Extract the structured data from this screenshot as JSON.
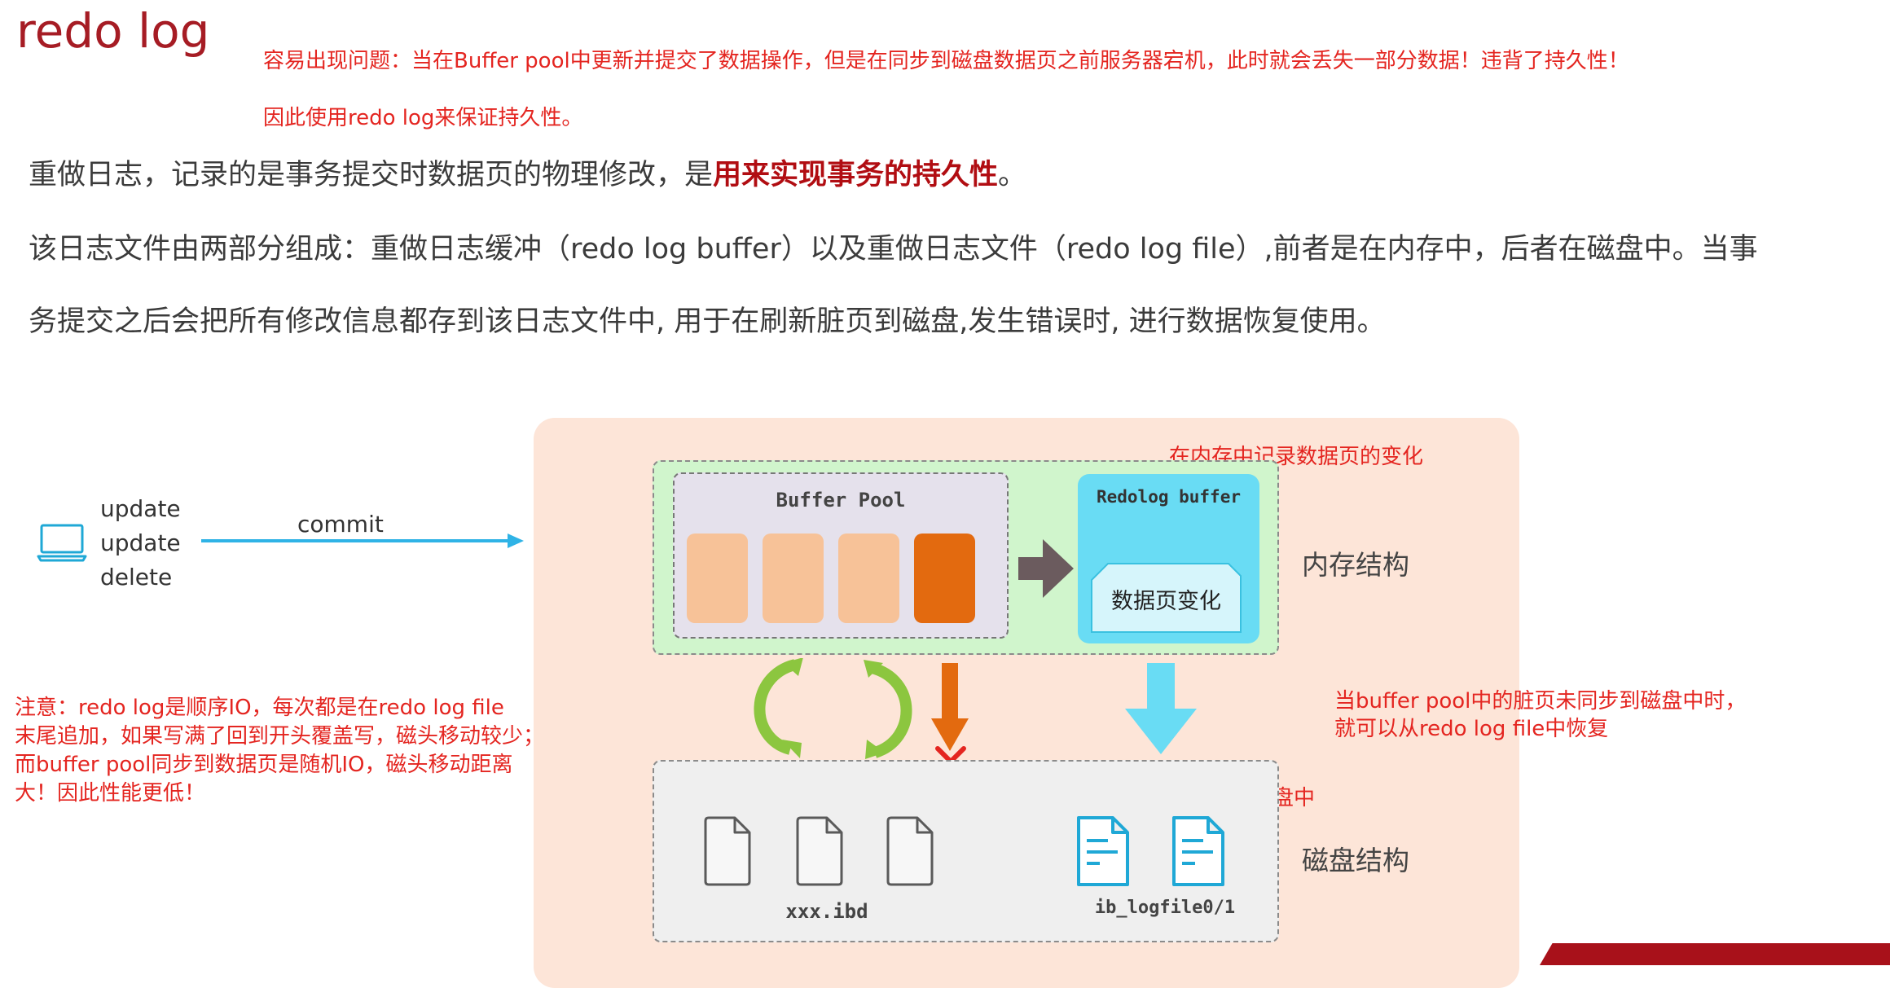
{
  "title": "redo log",
  "problem_note": {
    "line1": "容易出现问题：当在Buffer pool中更新并提交了数据操作，但是在同步到磁盘数据页之前服务器宕机，此时就会丢失一部分数据！违背了持久性！",
    "line2": "因此使用redo log来保证持久性。"
  },
  "intro": {
    "p1_text": "重做日志，记录的是事务提交时数据页的物理修改，是",
    "p1_emphasis": "用来实现事务的持久性",
    "p1_end": "。",
    "p2_line1": "该日志文件由两部分组成：重做日志缓冲（redo log buffer）以及重做日志文件（redo log file）,前者是在内存中，后者在磁盘中。当事",
    "p2_line2": "务提交之后会把所有修改信息都存到该日志文件中, 用于在刷新脏页到磁盘,发生错误时, 进行数据恢复使用。"
  },
  "client": {
    "operations": [
      "update",
      "update",
      "delete"
    ],
    "arrow_label": "commit"
  },
  "diagram": {
    "memory_note": "在内存中记录数据页的变化",
    "buffer_pool_label": "Buffer Pool",
    "redolog_buffer_label": "Redolog buffer",
    "page_change_label": "数据页变化",
    "memory_structure_label": "内存结构",
    "disk_structure_label": "磁盘结构",
    "recover_note_line1": "当buffer pool中的脏页未同步到磁盘中时，",
    "recover_note_line2": "就可以从redo log file中恢复",
    "sync_note": "并同步到磁盘中",
    "ibd_label": "xxx.ibd",
    "logfile_label": "ib_logfile0/1"
  },
  "io_note": {
    "line1": "注意：redo log是顺序IO，每次都是在redo log file",
    "line2": "末尾追加，如果写满了回到开头覆盖写，磁头移动较少；",
    "line3": "而buffer pool同步到数据页是随机IO，磁头移动距离",
    "line4": "大！因此性能更低！"
  },
  "colors": {
    "title": "#a61c24",
    "note_red": "#e42520",
    "emphasis": "#b10d12",
    "commit_arrow": "#2fb3e6",
    "panel": "#fde5d8",
    "memory_area": "#d0f5cc",
    "redolog_buffer": "#69dcf4",
    "dirty_page": "#e36a0f",
    "clean_page": "#f7c298",
    "sync_arrow": "#8cc63f",
    "blocked_arrow": "#e36a0f",
    "redo_arrow": "#69dcf4",
    "x_mark": "#e42520",
    "laptop_icon": "#1fa8d6",
    "log_file_icon": "#1fa8d6"
  }
}
